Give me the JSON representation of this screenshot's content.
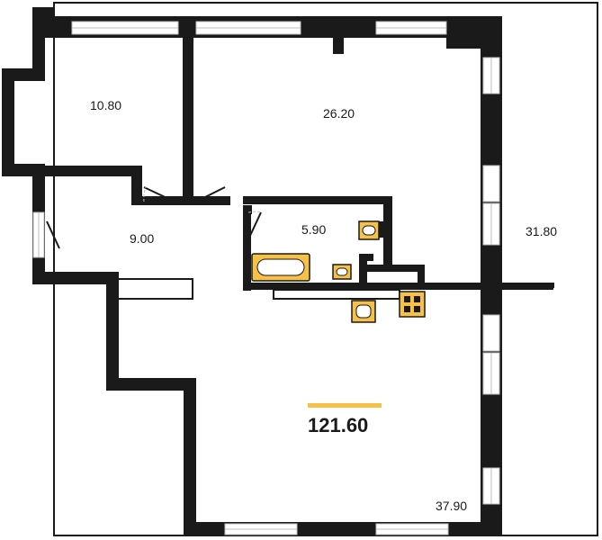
{
  "floorplan": {
    "rooms": [
      {
        "id": "bedroom-small",
        "area": "10.80"
      },
      {
        "id": "bedroom-large",
        "area": "26.20"
      },
      {
        "id": "hall",
        "area": "9.00"
      },
      {
        "id": "bathroom",
        "area": "5.90"
      },
      {
        "id": "balcony",
        "area": "31.80"
      },
      {
        "id": "living-kitchen",
        "area": "37.90"
      }
    ],
    "total_area": "121.60",
    "colors": {
      "wall": "#1a1a1a",
      "fixture": "#f6c146",
      "accent_bar": "#f6c146"
    }
  }
}
